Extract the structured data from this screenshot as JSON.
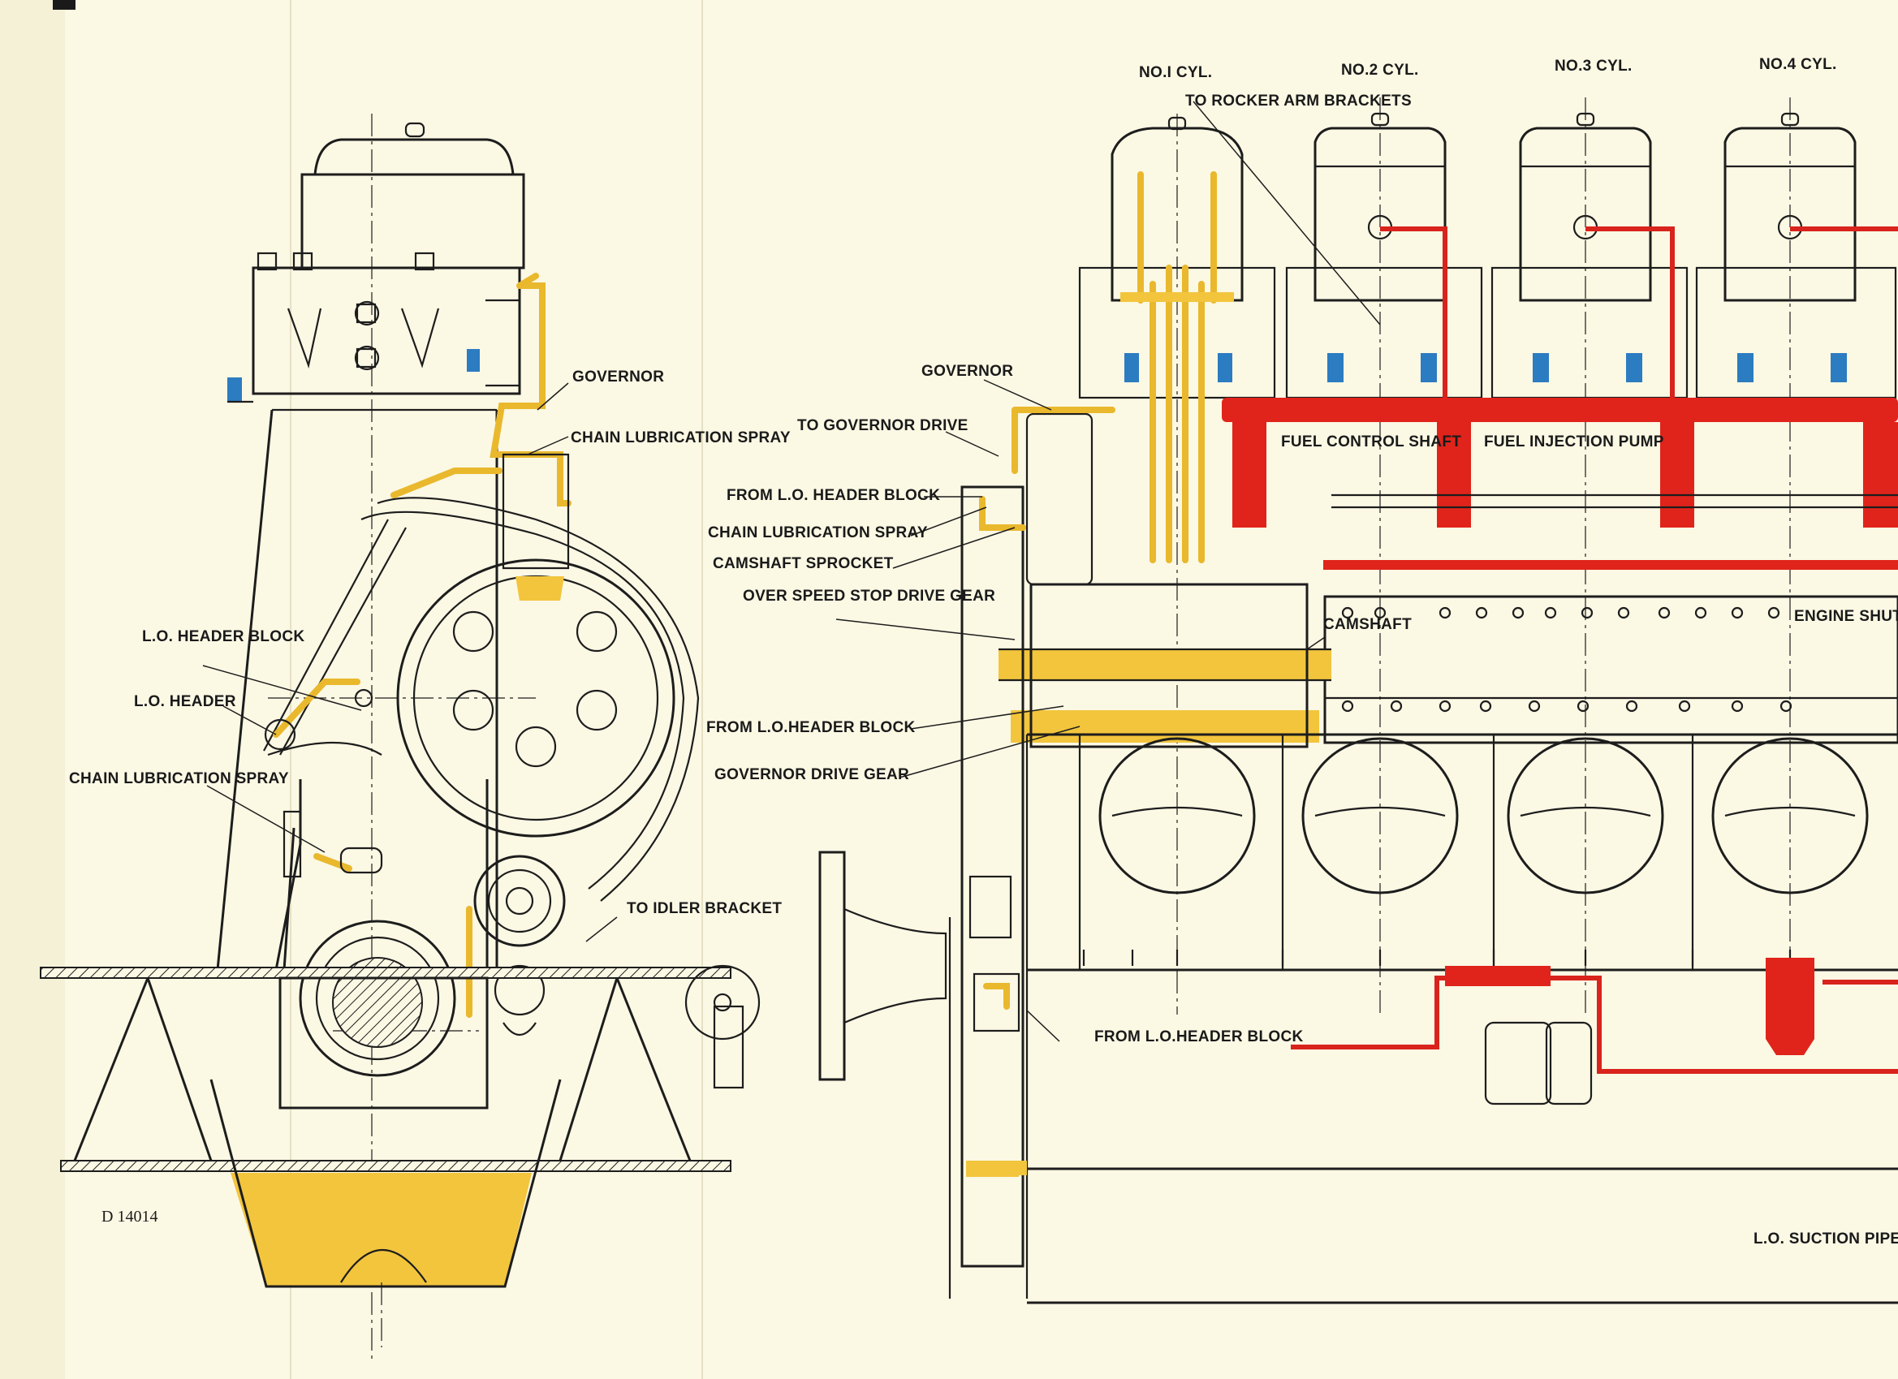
{
  "drawing": {
    "code": "D 14014",
    "palette": {
      "lube_oil": "#f2c53d",
      "fuel": "#e0241b",
      "cooling": "#2c7cc1",
      "paper": "#fbf8e4"
    }
  },
  "cylinders": [
    "NO.I CYL.",
    "NO.2 CYL.",
    "NO.3 CYL.",
    "NO.4 CYL."
  ],
  "labels": {
    "governor_left": "GOVERNOR",
    "chain_lub_spray_top": "CHAIN LUBRICATION SPRAY",
    "lo_header_block_left": "L.O. HEADER BLOCK",
    "lo_header": "L.O. HEADER",
    "chain_lub_spray_left": "CHAIN LUBRICATION SPRAY",
    "to_idler_bracket": "TO IDLER BRACKET",
    "governor_right": "GOVERNOR",
    "to_governor_drive": "TO GOVERNOR DRIVE",
    "from_lo_header_block_1": "FROM L.O. HEADER BLOCK",
    "chain_lub_spray_mid": "CHAIN LUBRICATION SPRAY",
    "camshaft_sprocket": "CAMSHAFT SPROCKET",
    "over_speed_stop": "OVER SPEED STOP DRIVE GEAR",
    "from_lo_header_block_2": "FROM L.O.HEADER BLOCK",
    "governor_drive_gear": "GOVERNOR DRIVE GEAR",
    "from_lo_header_block_3": "FROM L.O.HEADER BLOCK",
    "to_rocker_arm_brackets": "TO ROCKER ARM BRACKETS",
    "fuel_control_shaft": "FUEL CONTROL SHAFT",
    "fuel_injection_pump": "FUEL INJECTION PUMP",
    "camshaft": "CAMSHAFT",
    "engine_shut_down": "ENGINE SHUT DOWN CYLIN",
    "lo_suction_pipe": "L.O. SUCTION PIPE"
  }
}
